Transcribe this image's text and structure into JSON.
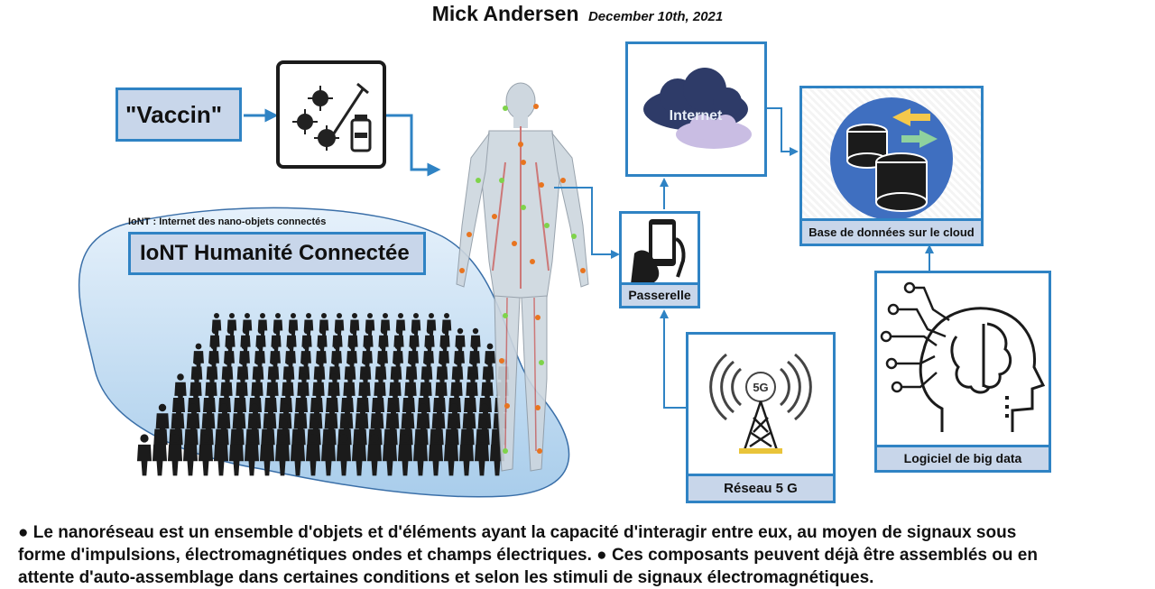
{
  "header": {
    "author": "Mick Andersen",
    "date": "December 10th, 2021"
  },
  "vaccin": {
    "label": "\"Vaccin\""
  },
  "iont": {
    "subtitle": "IoNT : Internet des nano-objets connectés",
    "title": "IoNT Humanité Connectée"
  },
  "internet": {
    "label": "Internet"
  },
  "database": {
    "label": "Base de données sur le cloud"
  },
  "gateway": {
    "label": "Passerelle"
  },
  "network": {
    "label": "Réseau 5 G",
    "icon_text": "5G"
  },
  "bigdata": {
    "label": "Logiciel de big data"
  },
  "footer": {
    "line1": "● Le nanoréseau est un ensemble d'objets et d'éléments ayant la capacité d'interagir entre eux, au moyen de signaux sous",
    "line2": "forme d'impulsions, électromagnétiques ondes et champs électriques. ●  Ces composants peuvent déjà être assemblés ou en",
    "line3": "attente d'auto-assemblage dans certaines conditions et selon les stimuli de signaux électromagnétiques."
  },
  "colors": {
    "accent": "#2f83c4",
    "label_fill": "#c8d6ea",
    "crowd_blob": "#bcd9f0"
  }
}
